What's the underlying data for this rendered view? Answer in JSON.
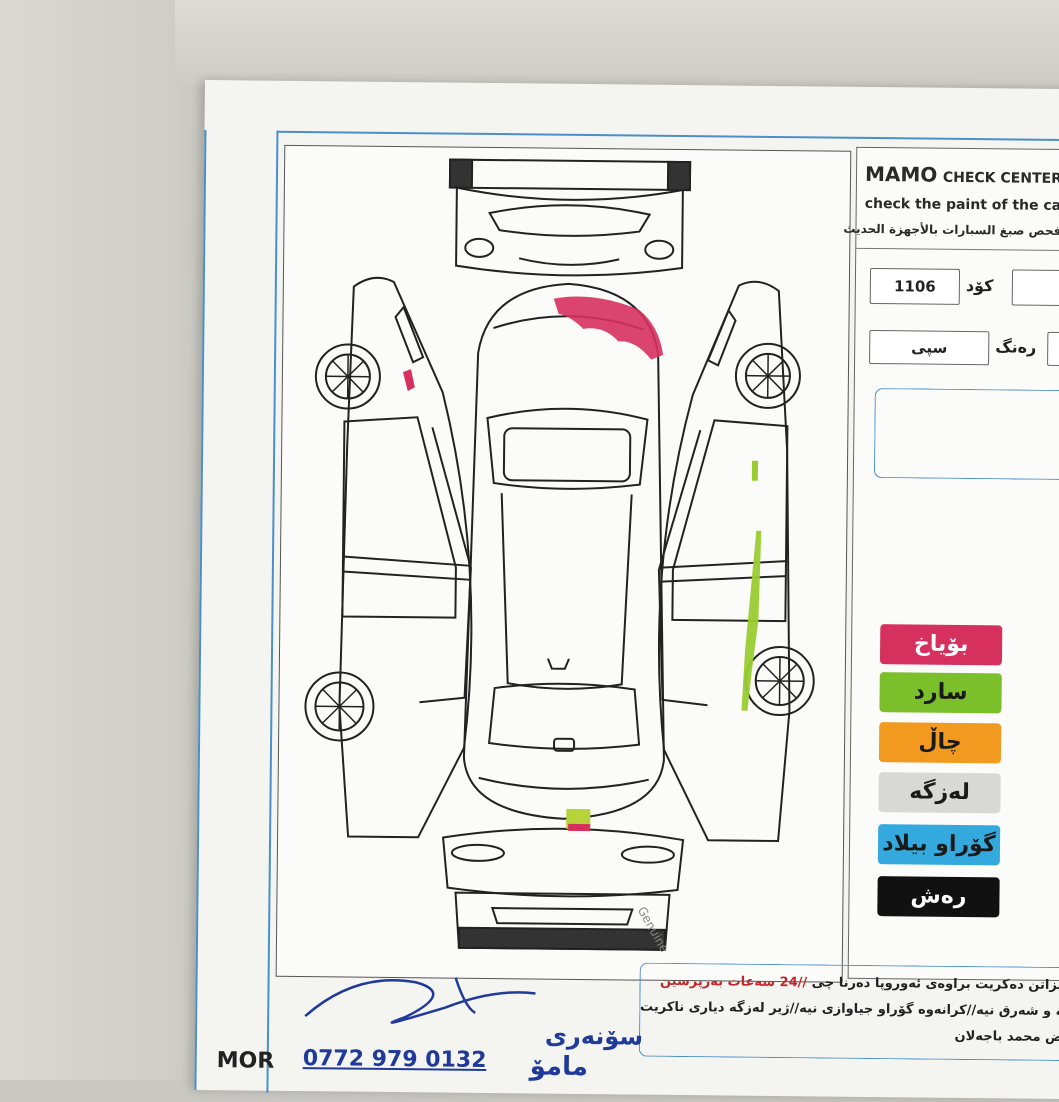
{
  "brand": {
    "name": "MAMO",
    "subtitle": "CHECK CENTER"
  },
  "tagline_en": "check the paint of the ca",
  "tagline_ar": "فحص صبغ السبارات بالأجهزة الحديث",
  "fields": {
    "code_label": "كۆد",
    "code_value": "1106",
    "color_label": "رەنگ",
    "color_value": "سپی"
  },
  "legend": [
    {
      "label": "بۆیاخ",
      "bg": "#d6305e",
      "fg": "#ffffff"
    },
    {
      "label": "سارد",
      "bg": "#7bbf2a",
      "fg": "#1a1a1a"
    },
    {
      "label": "چاڵ",
      "bg": "#f29a1f",
      "fg": "#1a1a1a"
    },
    {
      "label": "لەزگە",
      "bg": "#d8d8d6",
      "fg": "#1a1a1a"
    },
    {
      "label": "گۆراو بیلاد",
      "bg": "#34a9de",
      "fg": "#1a1a1a"
    },
    {
      "label": "رەش",
      "bg": "#111111",
      "fg": "#ffffff"
    }
  ],
  "footer": {
    "line1_a": "بۆ دیزاتن دەکریت براوەی ئەوروپا دەرنا چی",
    "line1_b": "//24 سەعات بەرپرسین",
    "line2": "ناوبه و شەرق نیە//کرانەوە گۆراو جیاوازی نیە//ژیر لەزگە دیاری ناکریت",
    "line3": "معرض محمد باجەلان"
  },
  "signature": {
    "line1": "سۆنەری",
    "line2": "مامۆ",
    "phone": "0772 979 0132"
  },
  "mor": "MOR",
  "watermark": "Genuine",
  "colors": {
    "frame": "#4a8fc9",
    "ink": "#1f3a9a",
    "paint_mark": "#d6305e",
    "cold_mark": "#9acd32"
  }
}
